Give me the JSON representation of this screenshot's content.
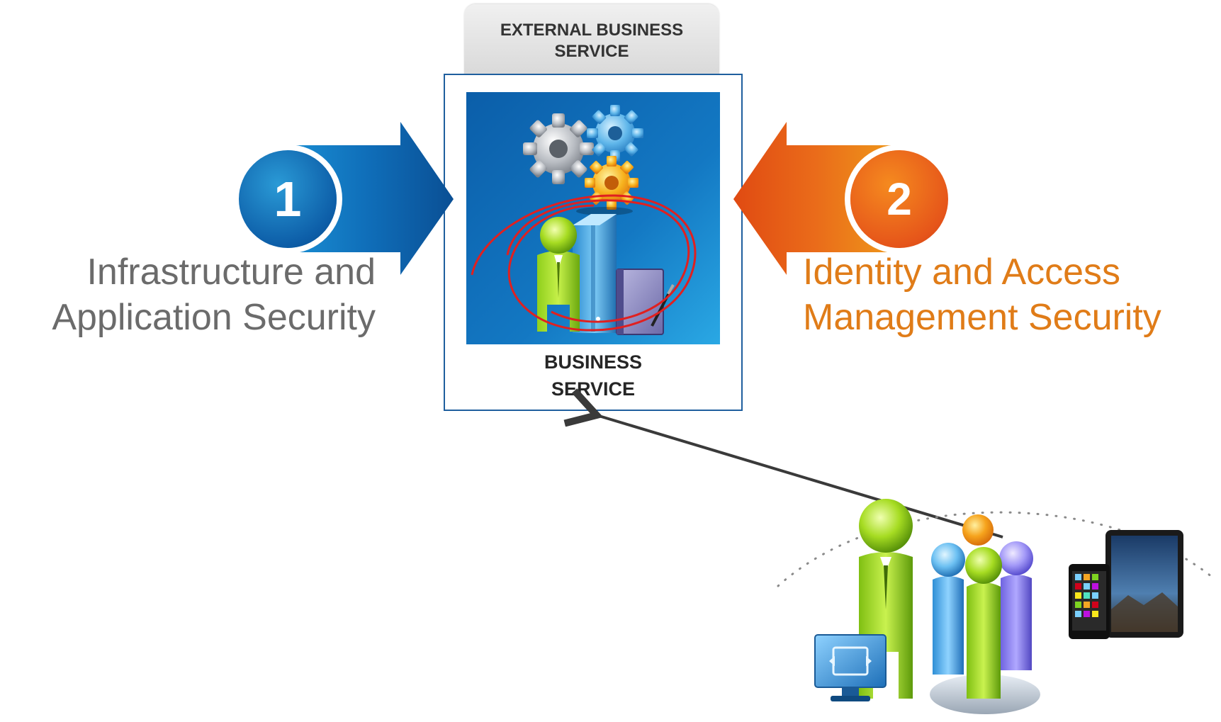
{
  "external_service": {
    "label": "EXTERNAL BUSINESS SERVICE",
    "line1": "EXTERNAL BUSINESS",
    "line2": "SERVICE"
  },
  "business_service": {
    "line1": "BUSINESS",
    "line2": "SERVICE"
  },
  "step1": {
    "number": "1",
    "line1": "Infrastructure and",
    "line2": "Application Security",
    "color": "#0d5ea8"
  },
  "step2": {
    "number": "2",
    "line1": "Identity and Access",
    "line2": "Management Security",
    "color": "#e6561a"
  },
  "icons": {
    "gears": "gears-icon",
    "business_user": "business-user-icon",
    "server": "server-icon",
    "notebook": "notebook-icon",
    "users_group": "users-group-icon",
    "monitor": "monitor-icon",
    "mobile_devices": "mobile-devices-icon"
  },
  "colors": {
    "highlight_circle": "#e02020",
    "text_gray": "#6b6b6b",
    "text_orange": "#e07c18",
    "box_border": "#1f5f9e"
  }
}
